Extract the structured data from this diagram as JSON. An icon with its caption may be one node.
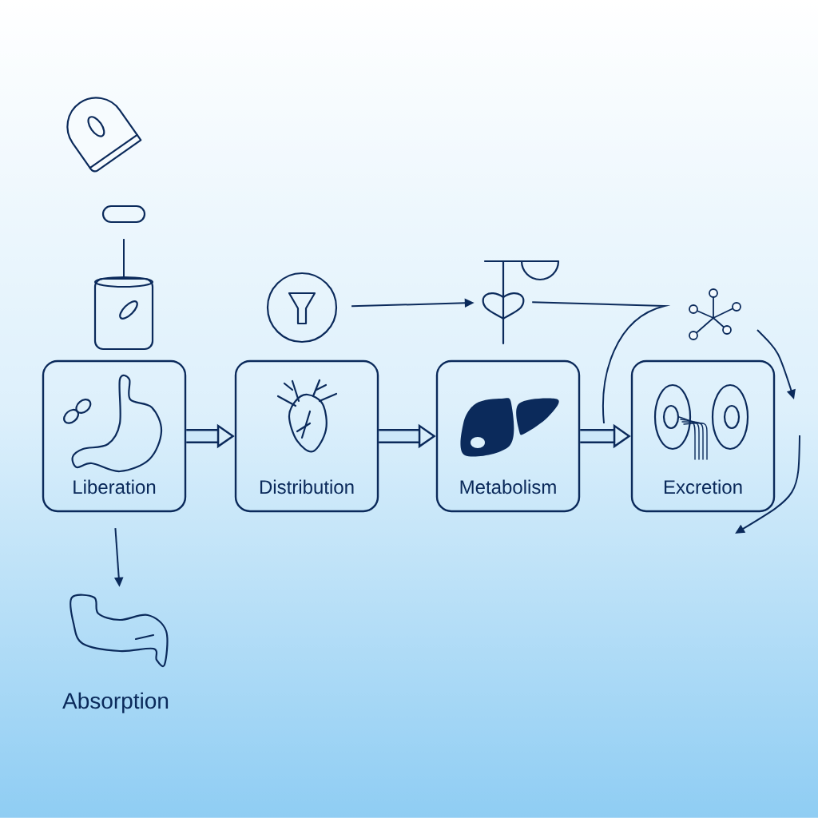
{
  "diagram": {
    "nodes": [
      {
        "text": [
          "Liberation"
        ]
      },
      {
        "text": [
          "Distribution"
        ]
      },
      {
        "text": [
          "Metabolism"
        ]
      },
      {
        "text": [
          "Excretion"
        ]
      },
      {
        "text": [],
        "shape": "picture",
        "beside": [
          "Absorption"
        ]
      },
      {
        "text": [],
        "shape": "picture"
      },
      {
        "text": [],
        "shape": "picture"
      },
      {
        "text": [],
        "shape": "circle"
      },
      {
        "text": [],
        "shape": "picture"
      }
    ],
    "edges": [
      {
        "from": 0,
        "to": 1,
        "arrow": "to",
        "style": "thick"
      },
      {
        "from": 1,
        "to": 2,
        "arrow": "to",
        "style": "thick"
      },
      {
        "from": 2,
        "to": 3,
        "arrow": "to",
        "style": "thick"
      },
      {
        "from": 0,
        "to": 4,
        "arrow": "to"
      },
      {
        "from": 5,
        "to": 6,
        "arrow": "none"
      },
      {
        "from": 7,
        "to": 8,
        "arrow": "to"
      },
      {
        "from": 8,
        "to": null,
        "arrow": "none"
      }
    ]
  }
}
